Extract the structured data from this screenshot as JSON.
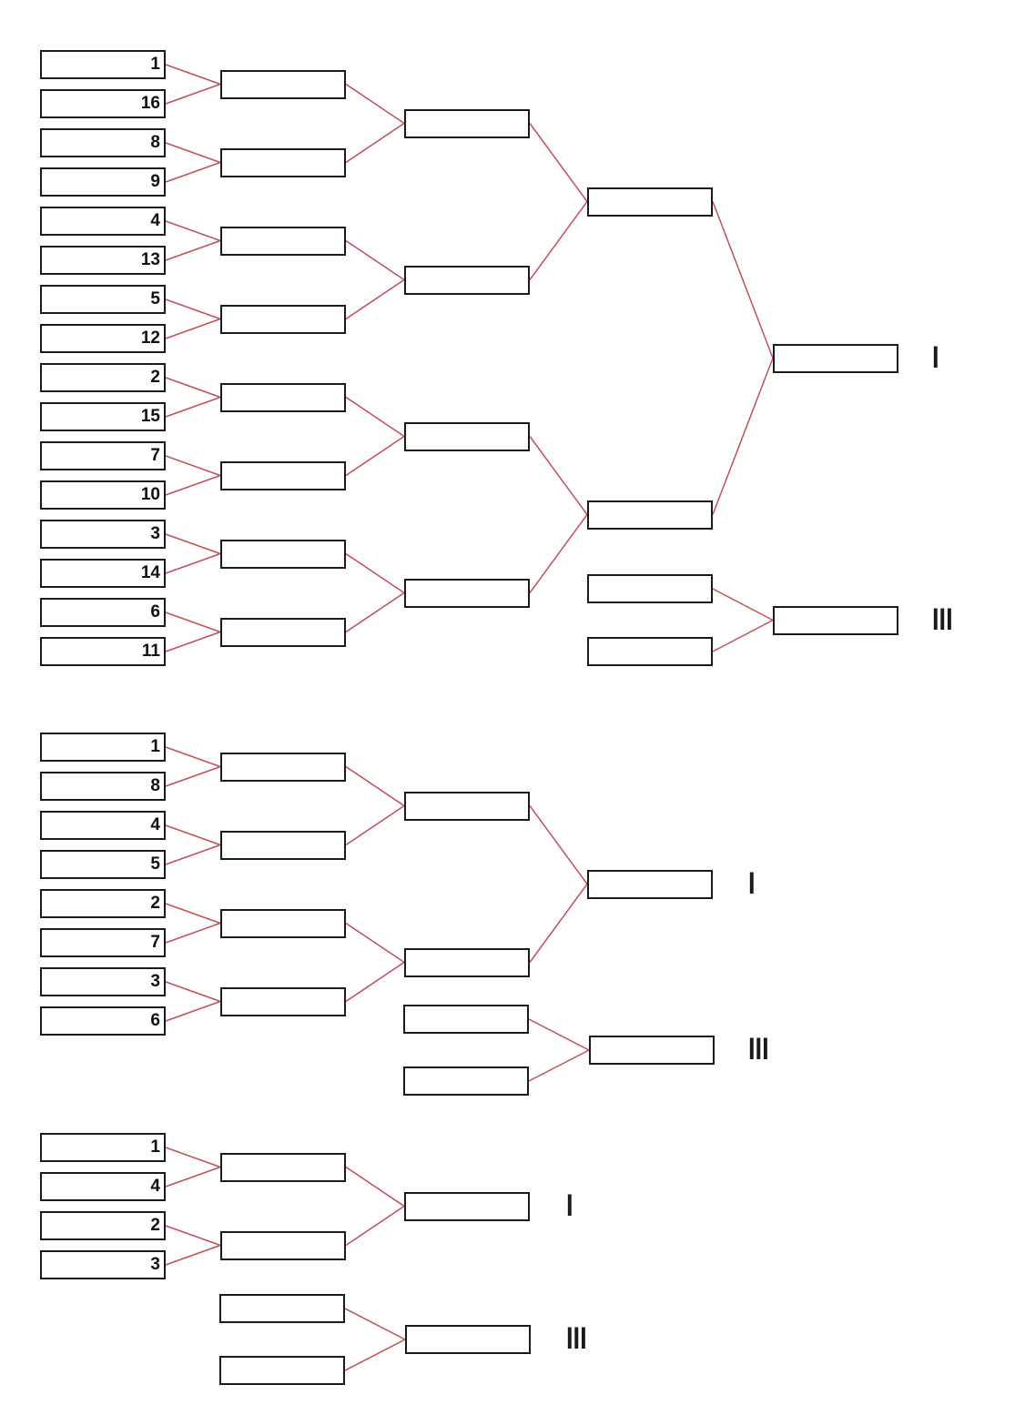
{
  "colors": {
    "connector": "#c0505a",
    "box_border": "#1a1a1a",
    "text": "#111111"
  },
  "brackets": [
    {
      "size": 16,
      "seeds": [
        "1",
        "16",
        "8",
        "9",
        "4",
        "13",
        "5",
        "12",
        "2",
        "15",
        "7",
        "10",
        "3",
        "14",
        "6",
        "11"
      ],
      "final_label": "I",
      "third_place_label": "III"
    },
    {
      "size": 8,
      "seeds": [
        "1",
        "8",
        "4",
        "5",
        "2",
        "7",
        "3",
        "6"
      ],
      "final_label": "I",
      "third_place_label": "III"
    },
    {
      "size": 4,
      "seeds": [
        "1",
        "4",
        "2",
        "3"
      ],
      "final_label": "I",
      "third_place_label": "III"
    }
  ]
}
